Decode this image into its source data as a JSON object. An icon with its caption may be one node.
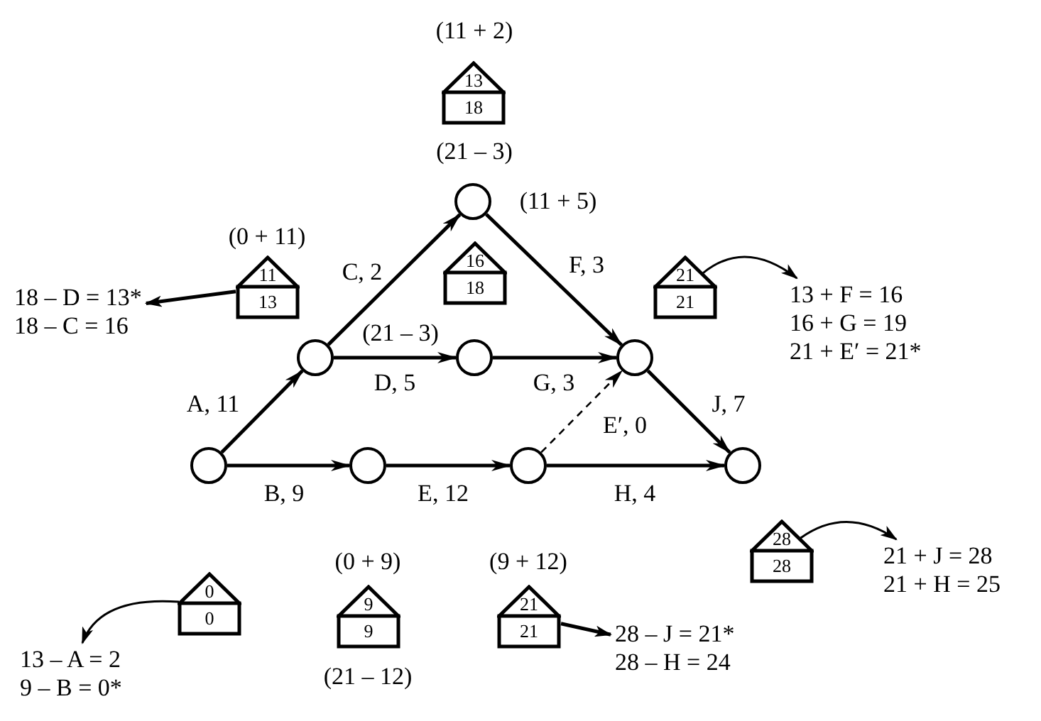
{
  "diagram": {
    "nodes": [
      {
        "text": [
          "13",
          "18"
        ],
        "beside": [
          "(11 + 2)",
          "(21 – 3)"
        ]
      },
      {
        "text": [],
        "shape": "circle"
      },
      {
        "text": [
          "11",
          "13"
        ],
        "beside": [
          "(0 + 11)"
        ]
      },
      {
        "text": [
          "18 – D = 13*",
          "18 – C = 16"
        ]
      },
      {
        "text": [
          "16",
          "18"
        ]
      },
      {
        "text": [
          "21",
          "21"
        ]
      },
      {
        "text": [
          "13 + F = 16",
          "16 + G = 19",
          "21 + E′ = 21*"
        ]
      },
      {
        "text": [],
        "shape": "circle"
      },
      {
        "text": [],
        "shape": "circle"
      },
      {
        "text": [],
        "shape": "circle"
      },
      {
        "text": [],
        "shape": "circle"
      },
      {
        "text": [],
        "shape": "circle"
      },
      {
        "text": [],
        "shape": "circle"
      },
      {
        "text": [],
        "shape": "circle"
      },
      {
        "text": [
          "28",
          "28"
        ]
      },
      {
        "text": [
          "21 + J = 28",
          "21 + H = 25"
        ]
      },
      {
        "text": [
          "0",
          "0"
        ]
      },
      {
        "text": [
          "9",
          "9"
        ],
        "beside": [
          "(0 + 9)",
          "(21 – 12)"
        ]
      },
      {
        "text": [
          "21",
          "21"
        ],
        "beside": [
          "(9 + 12)"
        ]
      },
      {
        "text": [
          "28 – J = 21*",
          "28 – H = 24"
        ]
      },
      {
        "text": [
          "13 – A = 2",
          "9 – B = 0*"
        ]
      }
    ],
    "edges": [
      {
        "from": 10,
        "to": 7,
        "arrow": "to",
        "label": "A, 11"
      },
      {
        "from": 7,
        "to": 1,
        "arrow": "to",
        "label": "C, 2"
      },
      {
        "from": 1,
        "to": 9,
        "arrow": "to",
        "label": "F, 3"
      },
      {
        "from": 7,
        "to": 8,
        "arrow": "to",
        "label": "D, 5"
      },
      {
        "from": 8,
        "to": 9,
        "arrow": "to",
        "label": "G, 3"
      },
      {
        "from": 9,
        "to": 13,
        "arrow": "to",
        "label": "J, 7"
      },
      {
        "from": 10,
        "to": 11,
        "arrow": "to",
        "label": "B, 9"
      },
      {
        "from": 11,
        "to": 12,
        "arrow": "to",
        "label": "E, 12"
      },
      {
        "from": 12,
        "to": 9,
        "arrow": "to",
        "label": "E′, 0",
        "style": "dashed"
      },
      {
        "from": 12,
        "to": 13,
        "arrow": "to",
        "label": "H, 4"
      },
      {
        "from": 2,
        "to": 3,
        "arrow": "to"
      },
      {
        "from": 5,
        "to": 6,
        "arrow": "to"
      },
      {
        "from": 14,
        "to": 15,
        "arrow": "to"
      },
      {
        "from": 16,
        "to": 20,
        "arrow": "to"
      },
      {
        "from": 18,
        "to": 19,
        "arrow": "to"
      }
    ],
    "labels": [
      "(11 + 5)",
      "(21 – 3)"
    ]
  }
}
